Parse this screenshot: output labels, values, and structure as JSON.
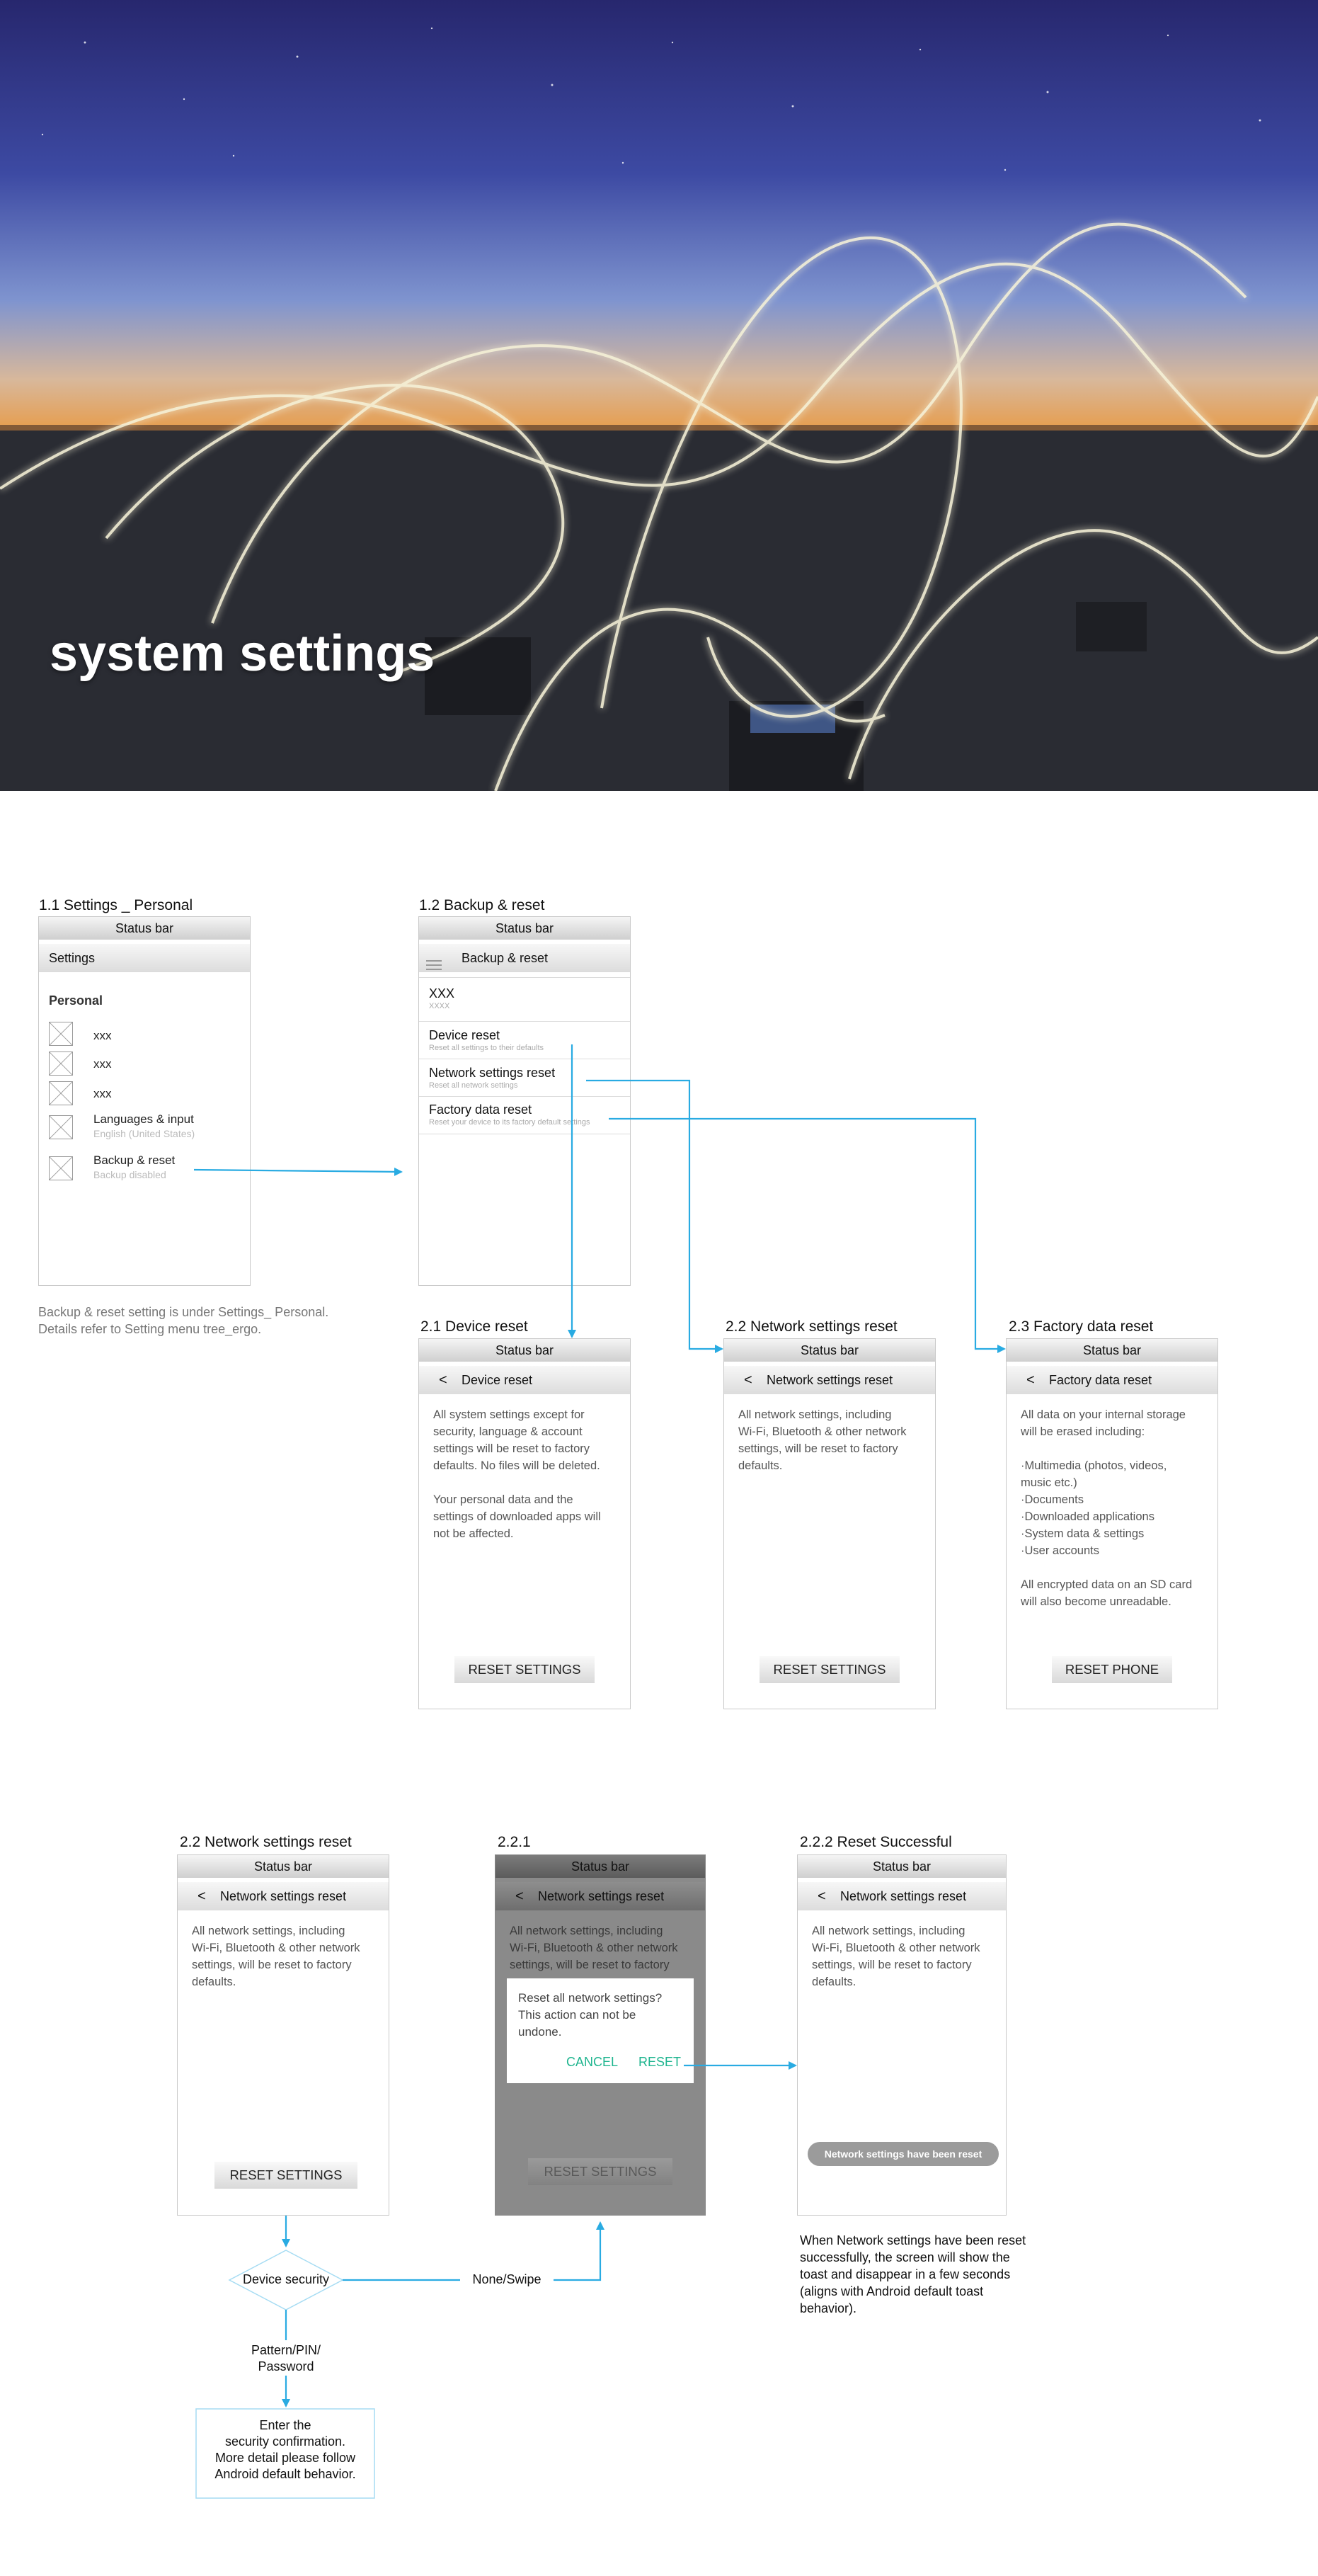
{
  "hero": {
    "title": "system settings"
  },
  "s11": {
    "caption": "1.1 Settings _ Personal",
    "status": "Status bar",
    "appbar": "Settings",
    "section": "Personal",
    "items": [
      {
        "title": "xxx",
        "sub": ""
      },
      {
        "title": "xxx",
        "sub": ""
      },
      {
        "title": "xxx",
        "sub": ""
      },
      {
        "title": "Languages & input",
        "sub": "English (United States)"
      },
      {
        "title": "Backup & reset",
        "sub": "Backup disabled"
      }
    ],
    "note": "Backup & reset setting is under Settings_ Personal.\nDetails refer to Setting menu tree_ergo."
  },
  "s12": {
    "caption": "1.2 Backup & reset",
    "status": "Status bar",
    "appbar": "Backup & reset",
    "rows": [
      {
        "title": "XXX",
        "sub": "XXXX"
      },
      {
        "title": "Device reset",
        "sub": "Reset all settings to their defaults"
      },
      {
        "title": "Network settings reset",
        "sub": "Reset all network settings"
      },
      {
        "title": "Factory data reset",
        "sub": "Reset your device to its factory default settings"
      }
    ]
  },
  "s21": {
    "caption": "2.1 Device reset",
    "status": "Status bar",
    "back": "<",
    "appbar": "Device reset",
    "body": "All system settings except for\nsecurity, language & account\nsettings will be reset to factory\ndefaults. No files will be deleted.\n\nYour personal data and the\nsettings of downloaded apps  will\nnot be affected.",
    "button": "RESET SETTINGS"
  },
  "s22": {
    "caption": "2.2 Network settings reset",
    "status": "Status bar",
    "back": "<",
    "appbar": "Network settings reset",
    "body": "All network settings, including\nWi-Fi, Bluetooth & other network\nsettings, will be reset to factory\ndefaults.",
    "button": "RESET SETTINGS"
  },
  "s23": {
    "caption": "2.3 Factory data reset",
    "status": "Status bar",
    "back": "<",
    "appbar": "Factory data reset",
    "body": "All data on your internal storage\nwill be erased including:\n\n·Multimedia (photos, videos,\nmusic etc.)\n·Documents\n·Downloaded applications\n·System data & settings\n·User accounts\n\nAll encrypted data on an SD card\nwill also become unreadable.",
    "button": "RESET PHONE"
  },
  "s22b": {
    "caption": "2.2 Network settings reset",
    "status": "Status bar",
    "back": "<",
    "appbar": "Network settings reset",
    "body": "All network settings, including\nWi-Fi, Bluetooth & other network\nsettings, will be reset to  factory\ndefaults.",
    "button": "RESET SETTINGS"
  },
  "s221": {
    "caption": "2.2.1",
    "status": "Status bar",
    "back": "<",
    "appbar": "Network settings reset",
    "body": "All network settings, including\nWi-Fi, Bluetooth & other network\nsettings, will be reset to factory",
    "dialog_text": "Reset all network settings?\nThis action can not be\nundone.",
    "cancel": "CANCEL",
    "reset": "RESET",
    "button": "RESET SETTINGS"
  },
  "s222": {
    "caption": "2.2.2 Reset Successful",
    "status": "Status bar",
    "back": "<",
    "appbar": "Network settings reset",
    "body": "All network settings, including\nWi-Fi, Bluetooth & other network\nsettings, will be reset to factory\ndefaults.",
    "toast": "Network settings have been reset",
    "note": "When Network settings have been reset\nsuccessfully, the screen will show the\ntoast and disappear in a few seconds\n(aligns with Android default toast\nbehavior)."
  },
  "flow": {
    "device_security": "Device security",
    "none_swipe": "None/Swipe",
    "pattern": "Pattern/PIN/\nPassword",
    "confirm": "Enter the\nsecurity confirmation.\nMore detail please follow\nAndroid default  behavior."
  },
  "colors": {
    "arrow": "#29abe2",
    "accent_green": "#1fb58f"
  }
}
